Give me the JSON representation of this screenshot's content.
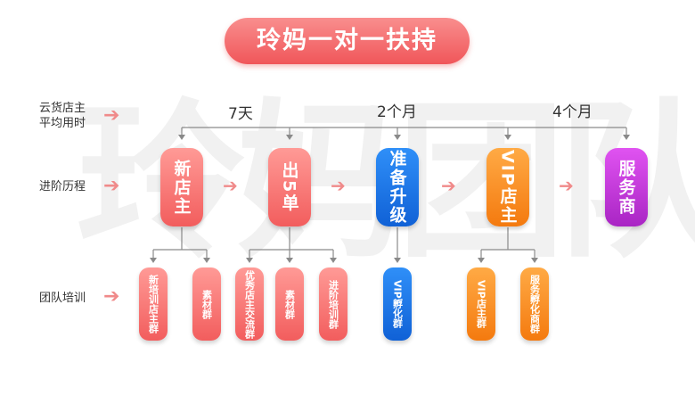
{
  "title": "玲妈一对一扶持",
  "watermark": "玲妈团队",
  "row_labels": {
    "time": "云货店主\n平均用时",
    "stages": "进阶历程",
    "training": "团队培训"
  },
  "durations": [
    "7天",
    "2个月",
    "4个月"
  ],
  "stages": [
    {
      "label": "新店主",
      "color": "#f25d5d"
    },
    {
      "label": "出5单",
      "color": "#f25d5d"
    },
    {
      "label": "准备升级",
      "color": "#1061d6"
    },
    {
      "label": "VIP店主",
      "color": "#f47a0f"
    },
    {
      "label": "服务商",
      "color": "#a925c4"
    }
  ],
  "groups": [
    {
      "label": "新培训店主群",
      "color": "#f25d5d"
    },
    {
      "label": "素材群",
      "color": "#f25d5d"
    },
    {
      "label": "优秀店主交流群",
      "color": "#f25d5d"
    },
    {
      "label": "素材群",
      "color": "#f25d5d"
    },
    {
      "label": "进阶培训群",
      "color": "#f25d5d"
    },
    {
      "label": "VIP孵化群",
      "color": "#1061d6"
    },
    {
      "label": "VIP店主群",
      "color": "#f47a0f"
    },
    {
      "label": "服务孵化商群",
      "color": "#f47a0f"
    }
  ]
}
